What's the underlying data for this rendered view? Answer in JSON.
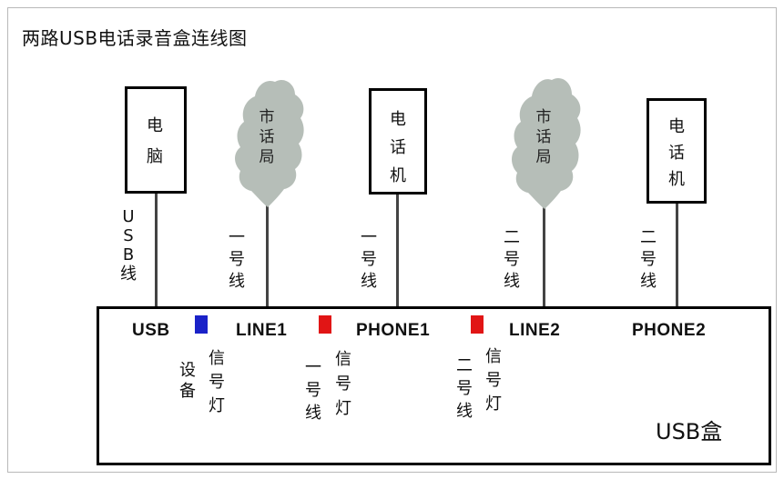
{
  "title": "两路USB电话录音盒连线图",
  "colors": {
    "cloud": "#b6beb8",
    "led_blue": "#1a22c8",
    "led_red": "#e11515",
    "line": "#444444"
  },
  "nodes": {
    "computer": [
      "电",
      "脑"
    ],
    "exchange1": [
      "市",
      "话",
      "局"
    ],
    "phone1": [
      "电",
      "话",
      "机"
    ],
    "exchange2": [
      "市",
      "话",
      "局"
    ],
    "phone2": [
      "电",
      "话",
      "机"
    ]
  },
  "wires": {
    "usb": [
      "U",
      "S",
      "B",
      "线"
    ],
    "line1": [
      "一",
      "号",
      "线"
    ],
    "phone1": [
      "一",
      "号",
      "线"
    ],
    "line2": [
      "二",
      "号",
      "线"
    ],
    "phone2": [
      "二",
      "号",
      "线"
    ]
  },
  "ports": [
    "USB",
    "LINE1",
    "PHONE1",
    "LINE2",
    "PHONE2"
  ],
  "indicators": {
    "device": {
      "col1": [
        "设",
        "备"
      ],
      "col2": [
        "信",
        "号",
        "灯"
      ]
    },
    "line1": {
      "col1": [
        "一",
        "号",
        "线"
      ],
      "col2": [
        "信",
        "号",
        "灯"
      ]
    },
    "line2": {
      "col1": [
        "二",
        "号",
        "线"
      ],
      "col2": [
        "信",
        "号",
        "灯"
      ]
    }
  },
  "box_label": "USB盒"
}
